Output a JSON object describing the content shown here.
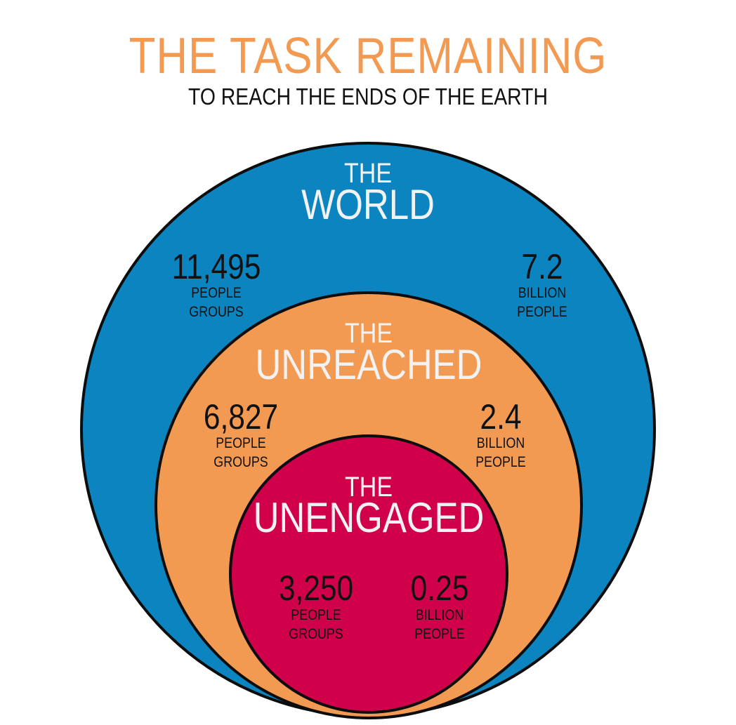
{
  "header": {
    "title": "THE TASK REMAINING",
    "subtitle": "TO REACH THE ENDS OF THE EARTH"
  },
  "colors": {
    "title": "#f39a52",
    "world": "#0b84bf",
    "unreached": "#f39a52",
    "unengaged": "#d1004a",
    "outline": "#0d0d0d",
    "label_text": "#f2f2f2",
    "stat_text": "#111111"
  },
  "circles": {
    "world": {
      "the": "THE",
      "name": "WORLD",
      "people_groups": {
        "number": "11,495",
        "line1": "PEOPLE",
        "line2": "GROUPS"
      },
      "population": {
        "number": "7.2",
        "line1": "BILLION",
        "line2": "PEOPLE"
      }
    },
    "unreached": {
      "the": "THE",
      "name": "UNREACHED",
      "people_groups": {
        "number": "6,827",
        "line1": "PEOPLE",
        "line2": "GROUPS"
      },
      "population": {
        "number": "2.4",
        "line1": "BILLION",
        "line2": "PEOPLE"
      }
    },
    "unengaged": {
      "the": "THE",
      "name": "UNENGAGED",
      "people_groups": {
        "number": "3,250",
        "line1": "PEOPLE",
        "line2": "GROUPS"
      },
      "population": {
        "number": "0.25",
        "line1": "BILLION",
        "line2": "PEOPLE"
      }
    }
  }
}
